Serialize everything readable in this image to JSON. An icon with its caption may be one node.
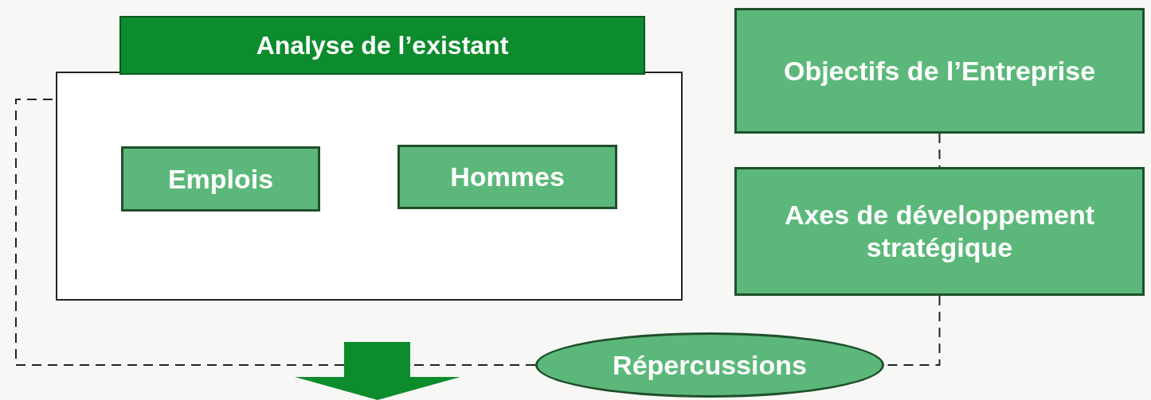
{
  "diagram": {
    "nodes": [
      {
        "text": [
          "Analyse de l’existant"
        ]
      },
      {
        "text": [
          "Emplois"
        ],
        "in": 0
      },
      {
        "text": [
          "Hommes"
        ],
        "in": 0
      },
      {
        "text": [
          "Objectifs de l’Entreprise"
        ]
      },
      {
        "text": [
          "Axes de développement stratégique"
        ]
      },
      {
        "text": [
          "Répercussions"
        ]
      }
    ],
    "edges": [
      {
        "from": 3,
        "to": 4,
        "arrow": "none",
        "style": "dashed"
      },
      {
        "from": 4,
        "to": 5,
        "arrow": "none",
        "style": "dashed"
      },
      {
        "from": 5,
        "to": 0,
        "arrow": "none",
        "style": "dashed"
      }
    ]
  }
}
